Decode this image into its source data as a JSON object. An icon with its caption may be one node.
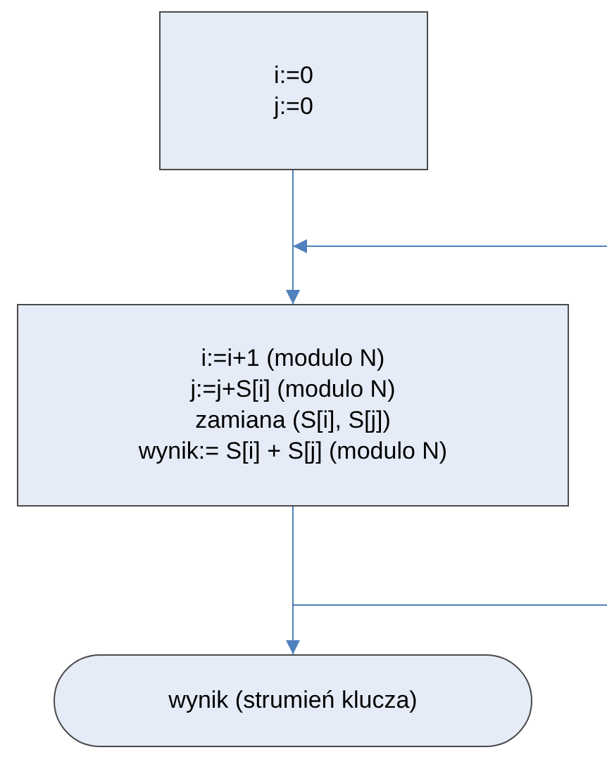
{
  "diagram": {
    "nodes": [
      {
        "text": [
          "i:=0",
          "j:=0"
        ]
      },
      {
        "text": [
          "i:=i+1 (modulo N)",
          "j:=j+S[i] (modulo N)",
          "zamiana (S[i], S[j])",
          "wynik:= S[i] + S[j] (modulo N)"
        ]
      },
      {
        "text": [
          "wynik (strumień klucza)"
        ]
      }
    ],
    "edges": [
      {
        "from": 0,
        "to": 1,
        "arrow": "to"
      },
      {
        "from": 1,
        "to": 2,
        "arrow": "to"
      },
      {
        "from": 1,
        "to": null,
        "arrow": "none"
      },
      {
        "from": null,
        "to": 1,
        "arrow": "to"
      }
    ]
  }
}
